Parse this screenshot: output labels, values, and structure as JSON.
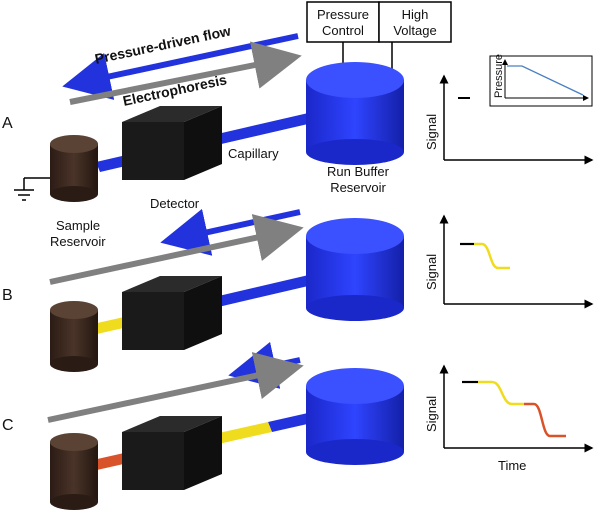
{
  "panels": {
    "A": {
      "letter": "A"
    },
    "B": {
      "letter": "B"
    },
    "C": {
      "letter": "C"
    }
  },
  "labels": {
    "pressure_flow": "Pressure-driven flow",
    "electrophoresis": "Electrophoresis",
    "capillary": "Capillary",
    "detector": "Detector",
    "sample_line1": "Sample",
    "sample_line2": "Reservoir",
    "buffer_line1": "Run Buffer",
    "buffer_line2": "Reservoir",
    "pressure_control_line1": "Pressure",
    "pressure_control_line2": "Control",
    "high_voltage_line1": "High",
    "high_voltage_line2": "Voltage",
    "signal_axis": "Signal",
    "time_axis": "Time",
    "inset_pressure": "Pressure"
  },
  "colors": {
    "blue": "#2233dd",
    "yellow": "#f0dc1e",
    "orange": "#d9532a",
    "gray": "#808080",
    "dark_box": "#1a1a1a",
    "brown": "#3a2a22"
  }
}
